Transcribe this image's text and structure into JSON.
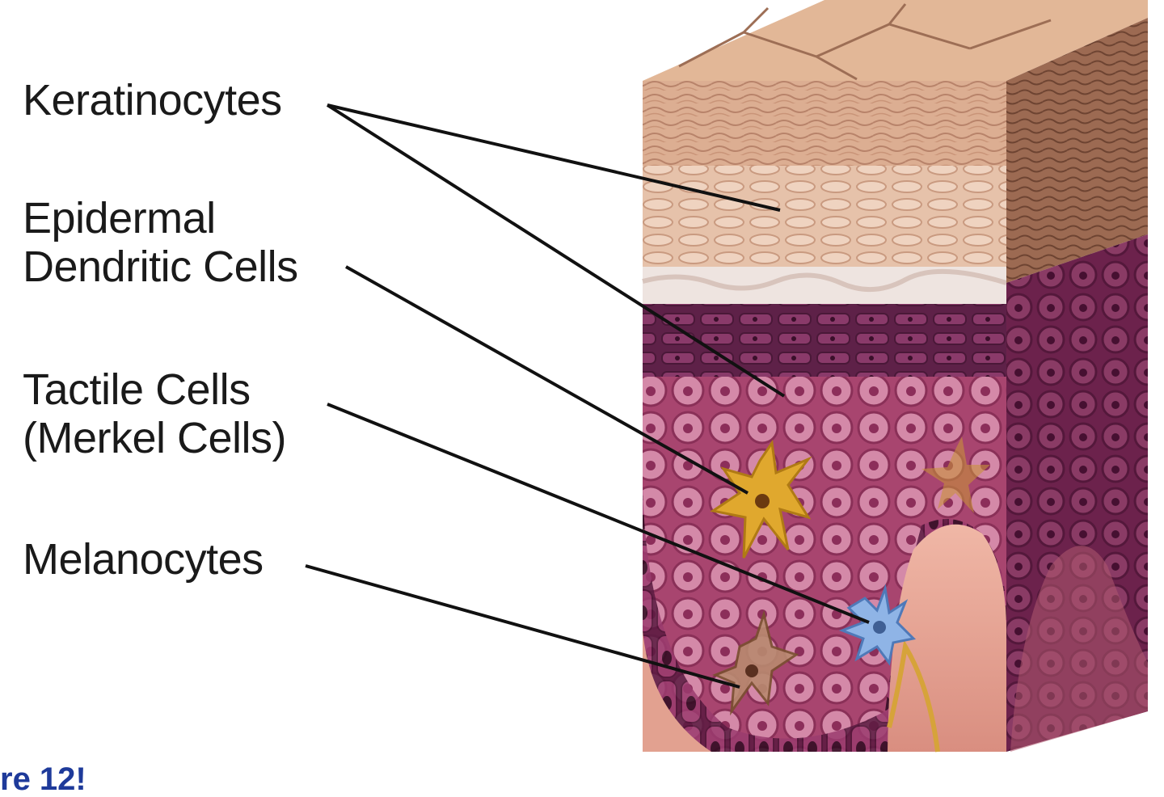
{
  "labels": {
    "keratinocytes": "Keratinocytes",
    "epidermal_line1": "Epidermal",
    "epidermal_line2": "Dendritic Cells",
    "tactile_line1": "Tactile Cells",
    "tactile_line2": "(Merkel Cells)",
    "melanocytes": "Melanocytes"
  },
  "caption_fragment": "re 12!",
  "colors": {
    "stratum_corneum": "#d9a88a",
    "stratum_lucidum": "#efe6e2",
    "stratum_granulosum": "#6e2a55",
    "stratum_spinosum": "#b9527f",
    "stratum_basale": "#7a2653",
    "dermis": "#e8a898",
    "dendritic_cell": "#e0a82e",
    "merkel_cell": "#8fb4e6",
    "leader_line": "#111111"
  }
}
